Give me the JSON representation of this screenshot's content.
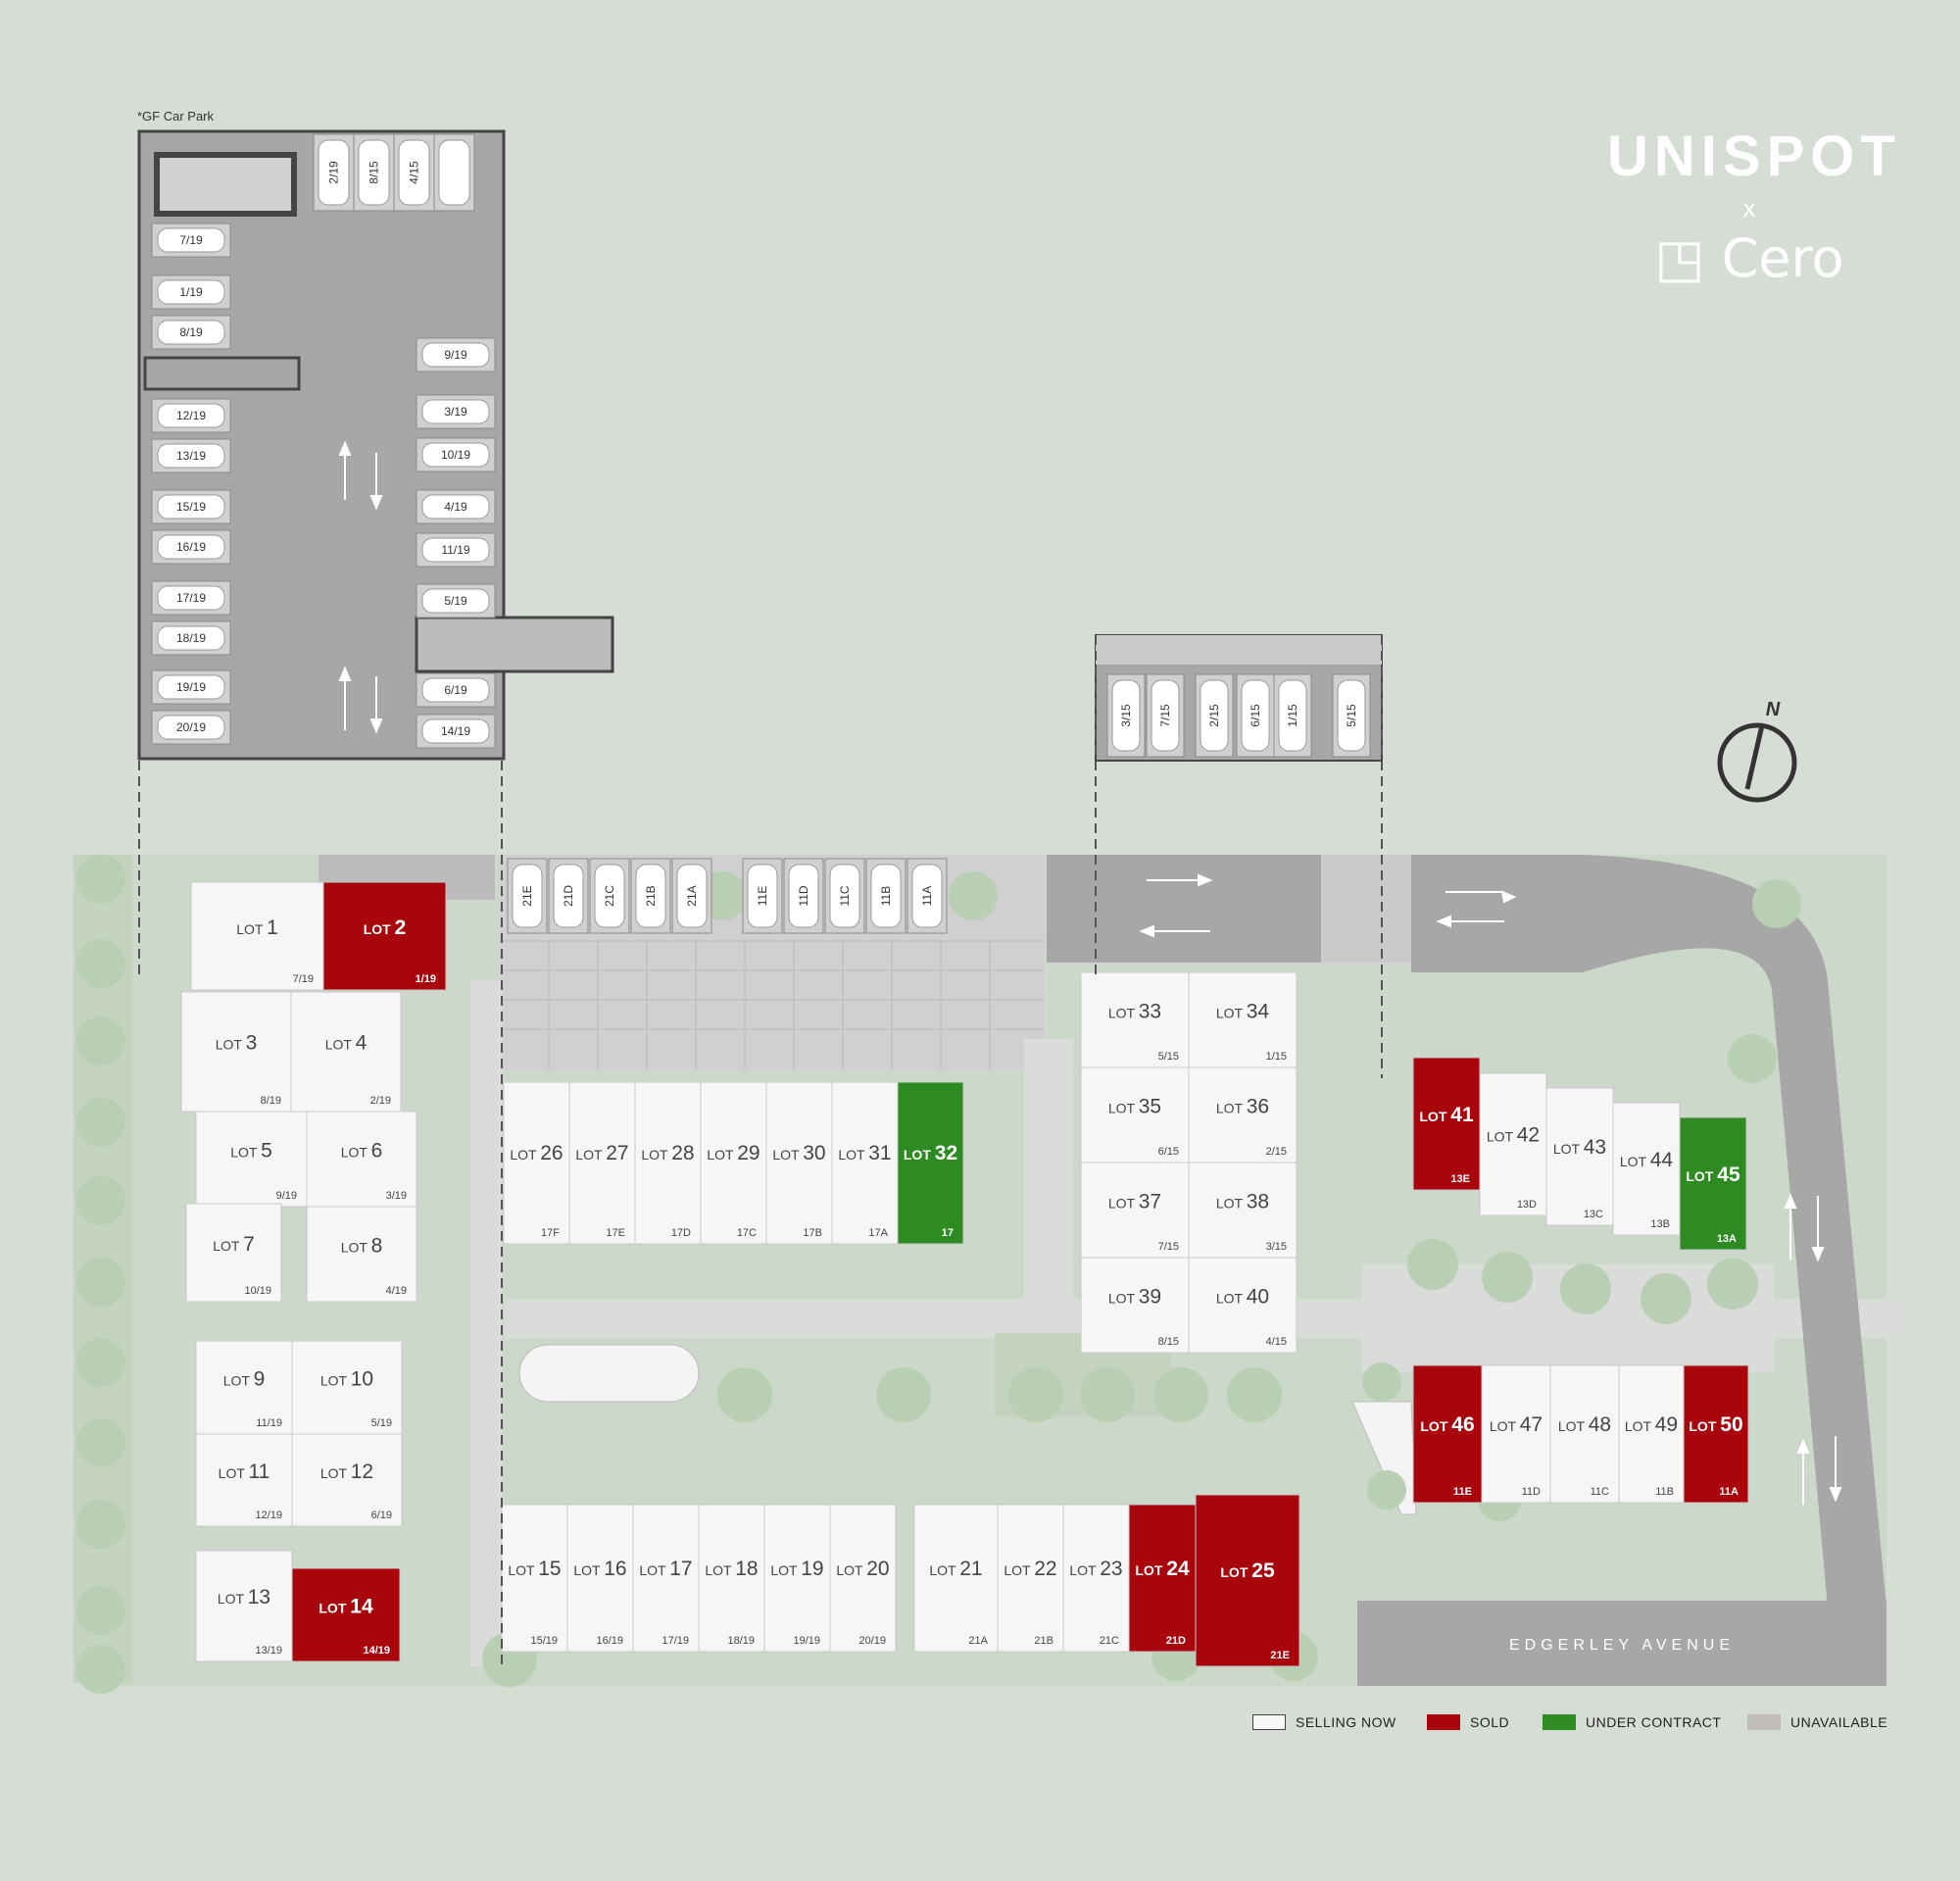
{
  "brand": {
    "top": "UNISPOT",
    "x": "x",
    "bottom": "Cero"
  },
  "carpark_title": "*GF Car Park",
  "street": "EDGERLEY AVENUE",
  "north": "N",
  "colors": {
    "available": "#f6f6f6",
    "sold": "#a8050c",
    "under_contract": "#2e8b21",
    "unavailable": "#bfbcba",
    "map_bg": "#d6ddd4",
    "road": "#a6a7a6"
  },
  "legend": [
    {
      "label": "SELLING NOW",
      "status": "available"
    },
    {
      "label": "SOLD",
      "status": "sold"
    },
    {
      "label": "UNDER CONTRACT",
      "status": "under_contract"
    },
    {
      "label": "UNAVAILABLE",
      "status": "unavailable"
    }
  ],
  "lots": [
    {
      "lot": "1",
      "code": "7/19",
      "status": "available"
    },
    {
      "lot": "2",
      "code": "1/19",
      "status": "sold"
    },
    {
      "lot": "3",
      "code": "8/19",
      "status": "available"
    },
    {
      "lot": "4",
      "code": "2/19",
      "status": "available"
    },
    {
      "lot": "5",
      "code": "9/19",
      "status": "available"
    },
    {
      "lot": "6",
      "code": "3/19",
      "status": "available"
    },
    {
      "lot": "7",
      "code": "10/19",
      "status": "available"
    },
    {
      "lot": "8",
      "code": "4/19",
      "status": "available"
    },
    {
      "lot": "9",
      "code": "11/19",
      "status": "available"
    },
    {
      "lot": "10",
      "code": "5/19",
      "status": "available"
    },
    {
      "lot": "11",
      "code": "12/19",
      "status": "available"
    },
    {
      "lot": "12",
      "code": "6/19",
      "status": "available"
    },
    {
      "lot": "13",
      "code": "13/19",
      "status": "available"
    },
    {
      "lot": "14",
      "code": "14/19",
      "status": "sold"
    },
    {
      "lot": "15",
      "code": "15/19",
      "status": "available"
    },
    {
      "lot": "16",
      "code": "16/19",
      "status": "available"
    },
    {
      "lot": "17",
      "code": "17/19",
      "status": "available"
    },
    {
      "lot": "18",
      "code": "18/19",
      "status": "available"
    },
    {
      "lot": "19",
      "code": "19/19",
      "status": "available"
    },
    {
      "lot": "20",
      "code": "20/19",
      "status": "available"
    },
    {
      "lot": "21",
      "code": "21A",
      "status": "available"
    },
    {
      "lot": "22",
      "code": "21B",
      "status": "available"
    },
    {
      "lot": "23",
      "code": "21C",
      "status": "available"
    },
    {
      "lot": "24",
      "code": "21D",
      "status": "sold"
    },
    {
      "lot": "25",
      "code": "21E",
      "status": "sold"
    },
    {
      "lot": "26",
      "code": "17F",
      "status": "available"
    },
    {
      "lot": "27",
      "code": "17E",
      "status": "available"
    },
    {
      "lot": "28",
      "code": "17D",
      "status": "available"
    },
    {
      "lot": "29",
      "code": "17C",
      "status": "available"
    },
    {
      "lot": "30",
      "code": "17B",
      "status": "available"
    },
    {
      "lot": "31",
      "code": "17A",
      "status": "available"
    },
    {
      "lot": "32",
      "code": "17",
      "status": "under_contract"
    },
    {
      "lot": "33",
      "code": "5/15",
      "status": "available"
    },
    {
      "lot": "34",
      "code": "1/15",
      "status": "available"
    },
    {
      "lot": "35",
      "code": "6/15",
      "status": "available"
    },
    {
      "lot": "36",
      "code": "2/15",
      "status": "available"
    },
    {
      "lot": "37",
      "code": "7/15",
      "status": "available"
    },
    {
      "lot": "38",
      "code": "3/15",
      "status": "available"
    },
    {
      "lot": "39",
      "code": "8/15",
      "status": "available"
    },
    {
      "lot": "40",
      "code": "4/15",
      "status": "available"
    },
    {
      "lot": "41",
      "code": "13E",
      "status": "sold"
    },
    {
      "lot": "42",
      "code": "13D",
      "status": "available"
    },
    {
      "lot": "43",
      "code": "13C",
      "status": "available"
    },
    {
      "lot": "44",
      "code": "13B",
      "status": "available"
    },
    {
      "lot": "45",
      "code": "13A",
      "status": "under_contract"
    },
    {
      "lot": "46",
      "code": "11E",
      "status": "sold"
    },
    {
      "lot": "47",
      "code": "11D",
      "status": "available"
    },
    {
      "lot": "48",
      "code": "11C",
      "status": "available"
    },
    {
      "lot": "49",
      "code": "11B",
      "status": "available"
    },
    {
      "lot": "50",
      "code": "11A",
      "status": "sold"
    }
  ],
  "gf_carpark": {
    "top_row": [
      "2/19",
      "8/15",
      "4/15",
      ""
    ],
    "left_column": [
      "7/19",
      "1/19",
      "8/19",
      "12/19",
      "13/19",
      "15/19",
      "16/19",
      "17/19",
      "18/19",
      "19/19",
      "20/19"
    ],
    "right_column": [
      "9/19",
      "3/19",
      "10/19",
      "4/19",
      "11/19",
      "5/19",
      "6/19",
      "14/19"
    ]
  },
  "north_carpark": [
    "3/15",
    "7/15",
    "2/15",
    "6/15",
    "1/15",
    "5/15"
  ],
  "site_row_parking": [
    "21E",
    "21D",
    "21C",
    "21B",
    "21A",
    "11E",
    "11D",
    "11C",
    "11B",
    "11A"
  ]
}
